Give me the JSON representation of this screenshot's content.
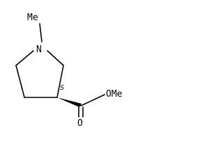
{
  "molecule": {
    "atoms": {
      "nitrogen": "N",
      "n_methyl": "Me",
      "ester_oxygen_methyl": "OMe",
      "carbonyl_oxygen": "O"
    },
    "stereocenter_label": "S",
    "colors": {
      "ink": "#000000",
      "background": "#ffffff"
    }
  }
}
